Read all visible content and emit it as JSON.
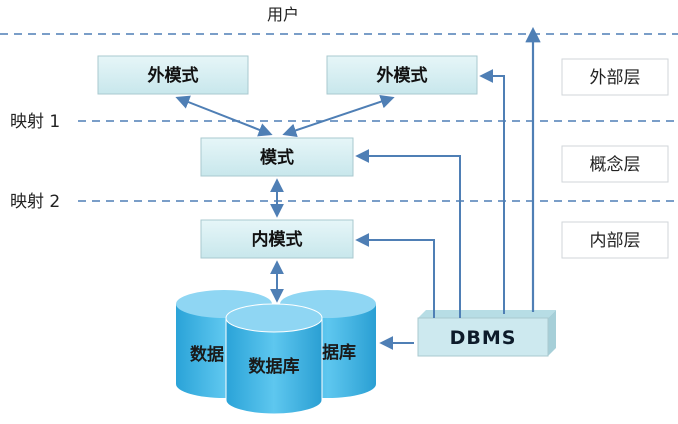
{
  "labels": {
    "user": "用户",
    "mapping1": "映射 1",
    "mapping2": "映射 2",
    "external_schema_left": "外模式",
    "external_schema_right": "外模式",
    "schema": "模式",
    "internal_schema": "内模式",
    "dbms": "DBMS",
    "database_back_left": "数据",
    "database_back_right": "据库",
    "database_front": "数据库"
  },
  "layers": [
    "外部层",
    "概念层",
    "内部层"
  ],
  "colors": {
    "box_fill": "#d6eef2",
    "box_border": "#a9c9cf",
    "arrow": "#4f7fb5",
    "dashed_line": "#4f7fb5",
    "cylinder_fill": "#3fb6e8",
    "cylinder_top": "#8fd6f3",
    "dbms_fill": "#cde9ef"
  }
}
